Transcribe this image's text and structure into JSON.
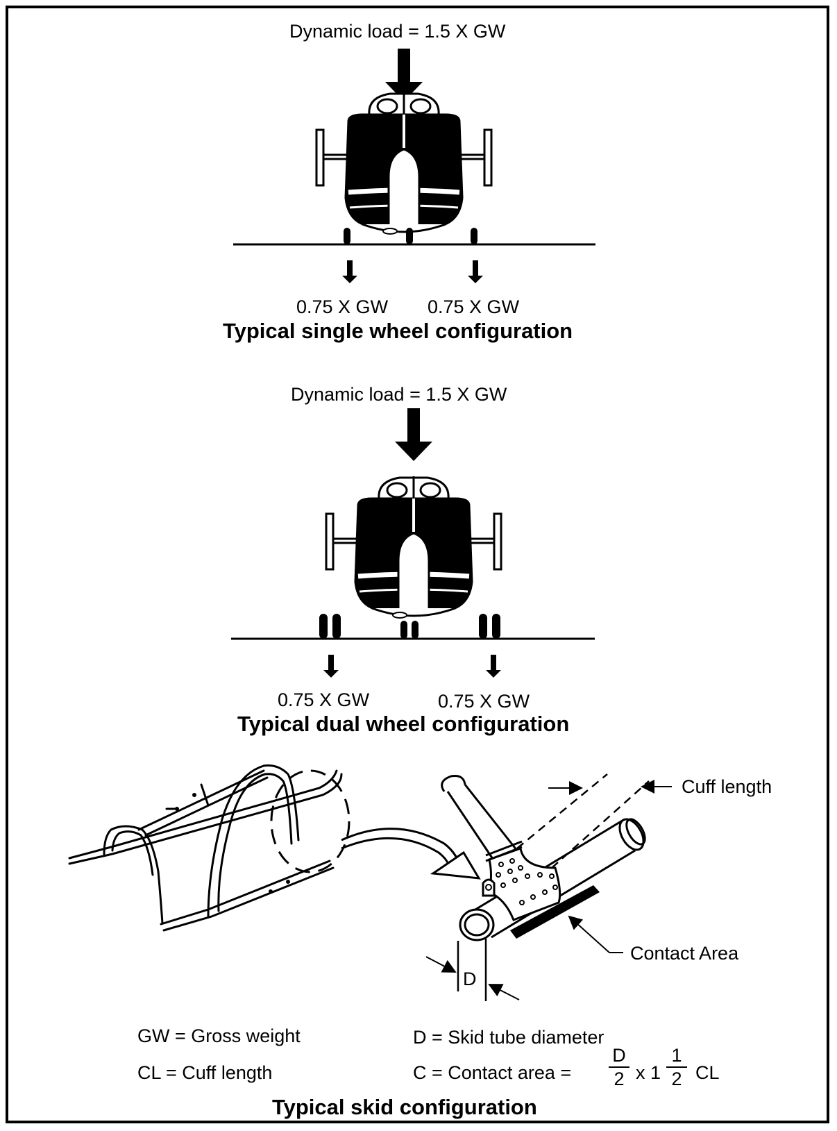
{
  "single": {
    "load_label": "Dynamic load = 1.5 X GW",
    "left_load": "0.75 X GW",
    "right_load": "0.75 X GW",
    "caption": "Typical single wheel configuration"
  },
  "dual": {
    "load_label": "Dynamic load = 1.5 X GW",
    "left_load": "0.75 X GW",
    "right_load": "0.75 X GW",
    "caption": "Typical dual wheel configuration"
  },
  "skid": {
    "cuff_length_label": "Cuff length",
    "contact_area_label": "Contact Area",
    "diameter_label": "D",
    "caption": "Typical skid configuration"
  },
  "legend": {
    "gw": "GW = Gross weight",
    "cl": "CL = Cuff length",
    "d": "D = Skid tube diameter",
    "c_prefix": "C = Contact area =",
    "frac1_num": "D",
    "frac1_den": "2",
    "times": "x 1",
    "frac2_num": "1",
    "frac2_den": "2",
    "c_suffix": "CL"
  }
}
